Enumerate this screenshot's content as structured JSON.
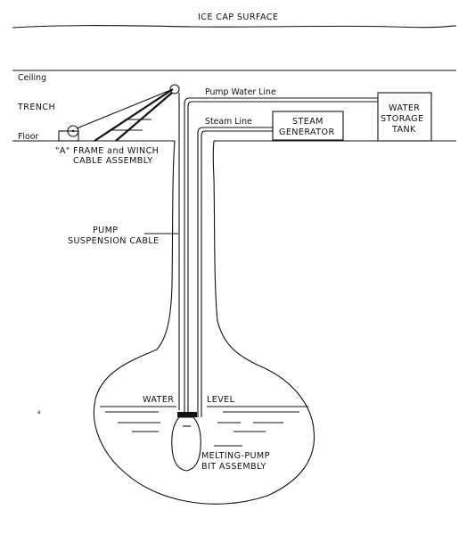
{
  "labels": {
    "surface": "ICE CAP SURFACE",
    "ceiling": "Ceiling",
    "trench": "TRENCH",
    "floor": "Floor",
    "pump_water_line": "Pump Water Line",
    "steam_line": "Steam Line",
    "steam_generator_1": "STEAM",
    "steam_generator_2": "GENERATOR",
    "water_tank_1": "WATER",
    "water_tank_2": "STORAGE",
    "water_tank_3": "TANK",
    "a_frame_1": "\"A\" FRAME and WINCH",
    "a_frame_2": "CABLE ASSEMBLY",
    "pump_cable_1": "PUMP",
    "pump_cable_2": "SUSPENSION CABLE",
    "water": "WATER",
    "level": "LEVEL",
    "bit_1": "MELTING-PUMP",
    "bit_2": "BIT ASSEMBLY",
    "stray_mark": "a"
  }
}
